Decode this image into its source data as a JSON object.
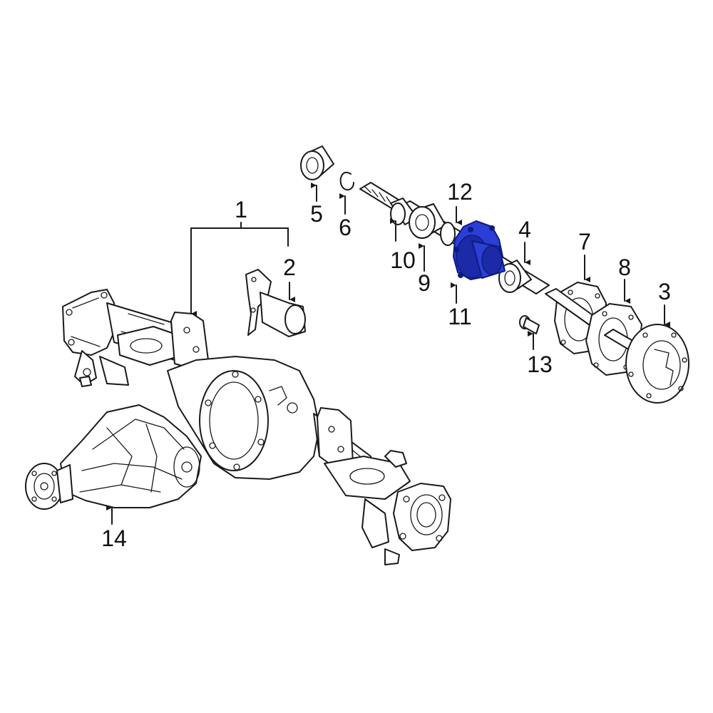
{
  "diagram": {
    "highlight_color": "#2b3fd6",
    "highlighted_part": "11",
    "callouts": [
      {
        "id": "c1",
        "label": "1"
      },
      {
        "id": "c2",
        "label": "2"
      },
      {
        "id": "c3",
        "label": "3"
      },
      {
        "id": "c4",
        "label": "4"
      },
      {
        "id": "c5",
        "label": "5"
      },
      {
        "id": "c6",
        "label": "6"
      },
      {
        "id": "c7",
        "label": "7"
      },
      {
        "id": "c8",
        "label": "8"
      },
      {
        "id": "c9",
        "label": "9"
      },
      {
        "id": "c10",
        "label": "10"
      },
      {
        "id": "c11",
        "label": "11"
      },
      {
        "id": "c12",
        "label": "12"
      },
      {
        "id": "c13",
        "label": "13"
      },
      {
        "id": "c14",
        "label": "14"
      }
    ]
  }
}
